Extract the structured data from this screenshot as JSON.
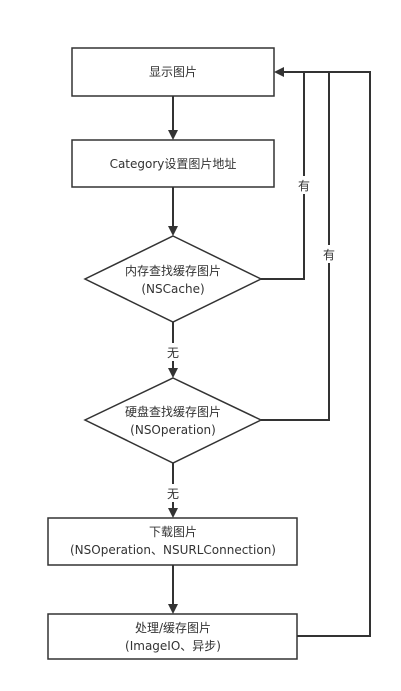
{
  "nodes": {
    "show_image": "显示图片",
    "set_url": "Category设置图片地址",
    "memory_lookup": [
      "内存查找缓存图片",
      "(NSCache)"
    ],
    "disk_lookup": [
      "硬盘查找缓存图片",
      "(NSOperation)"
    ],
    "download": [
      "下载图片",
      "(NSOperation、NSURLConnection)"
    ],
    "process": [
      "处理/缓存图片",
      "(ImageIO、异步)"
    ]
  },
  "edges": {
    "memory_hit": "有",
    "memory_miss": "无",
    "disk_hit": "有",
    "disk_miss": "无"
  }
}
